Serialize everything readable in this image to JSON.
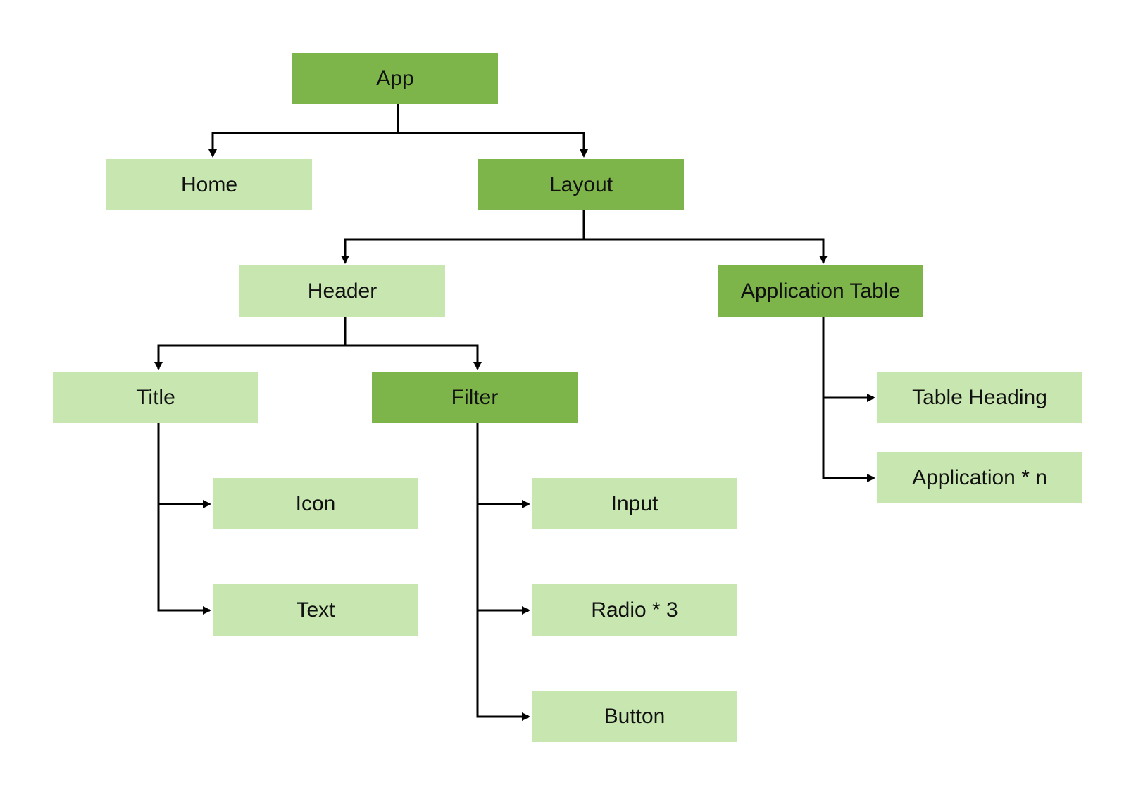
{
  "diagram": {
    "colors": {
      "dark_node": "#7db54a",
      "light_node": "#c8e6b0",
      "connector": "#000000"
    },
    "nodes": {
      "app": "App",
      "home": "Home",
      "layout": "Layout",
      "header": "Header",
      "application_table": "Application Table",
      "title": "Title",
      "filter": "Filter",
      "table_heading": "Table Heading",
      "application": "Application * n",
      "icon": "Icon",
      "input": "Input",
      "text": "Text",
      "radio": "Radio * 3",
      "button": "Button"
    },
    "edges": [
      [
        "App",
        "Home"
      ],
      [
        "App",
        "Layout"
      ],
      [
        "Layout",
        "Header"
      ],
      [
        "Layout",
        "Application Table"
      ],
      [
        "Header",
        "Title"
      ],
      [
        "Header",
        "Filter"
      ],
      [
        "Title",
        "Icon"
      ],
      [
        "Title",
        "Text"
      ],
      [
        "Filter",
        "Input"
      ],
      [
        "Filter",
        "Radio * 3"
      ],
      [
        "Filter",
        "Button"
      ],
      [
        "Application Table",
        "Table Heading"
      ],
      [
        "Application Table",
        "Application * n"
      ]
    ]
  }
}
